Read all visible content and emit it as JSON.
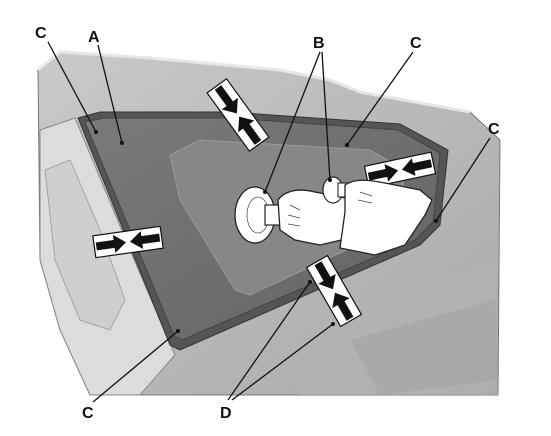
{
  "callouts": {
    "a": "A",
    "b": "B",
    "c": "C",
    "d": "D"
  },
  "colors": {
    "background": "#ffffff",
    "body_panel": "#b9b9b9",
    "glass_outer": "#6f6f6f",
    "glass_inner": "#8a8a8a",
    "glass_center": "#7d7d7d",
    "interior": "#d6d6d6",
    "arrow_fill": "#111111",
    "arrow_box": "#ffffff",
    "hand": "#ffffff"
  },
  "icons": {
    "suction_cup": "suction-cup-icon",
    "hands": "hands-icon",
    "inward_arrows": "inward-arrows-icon"
  }
}
